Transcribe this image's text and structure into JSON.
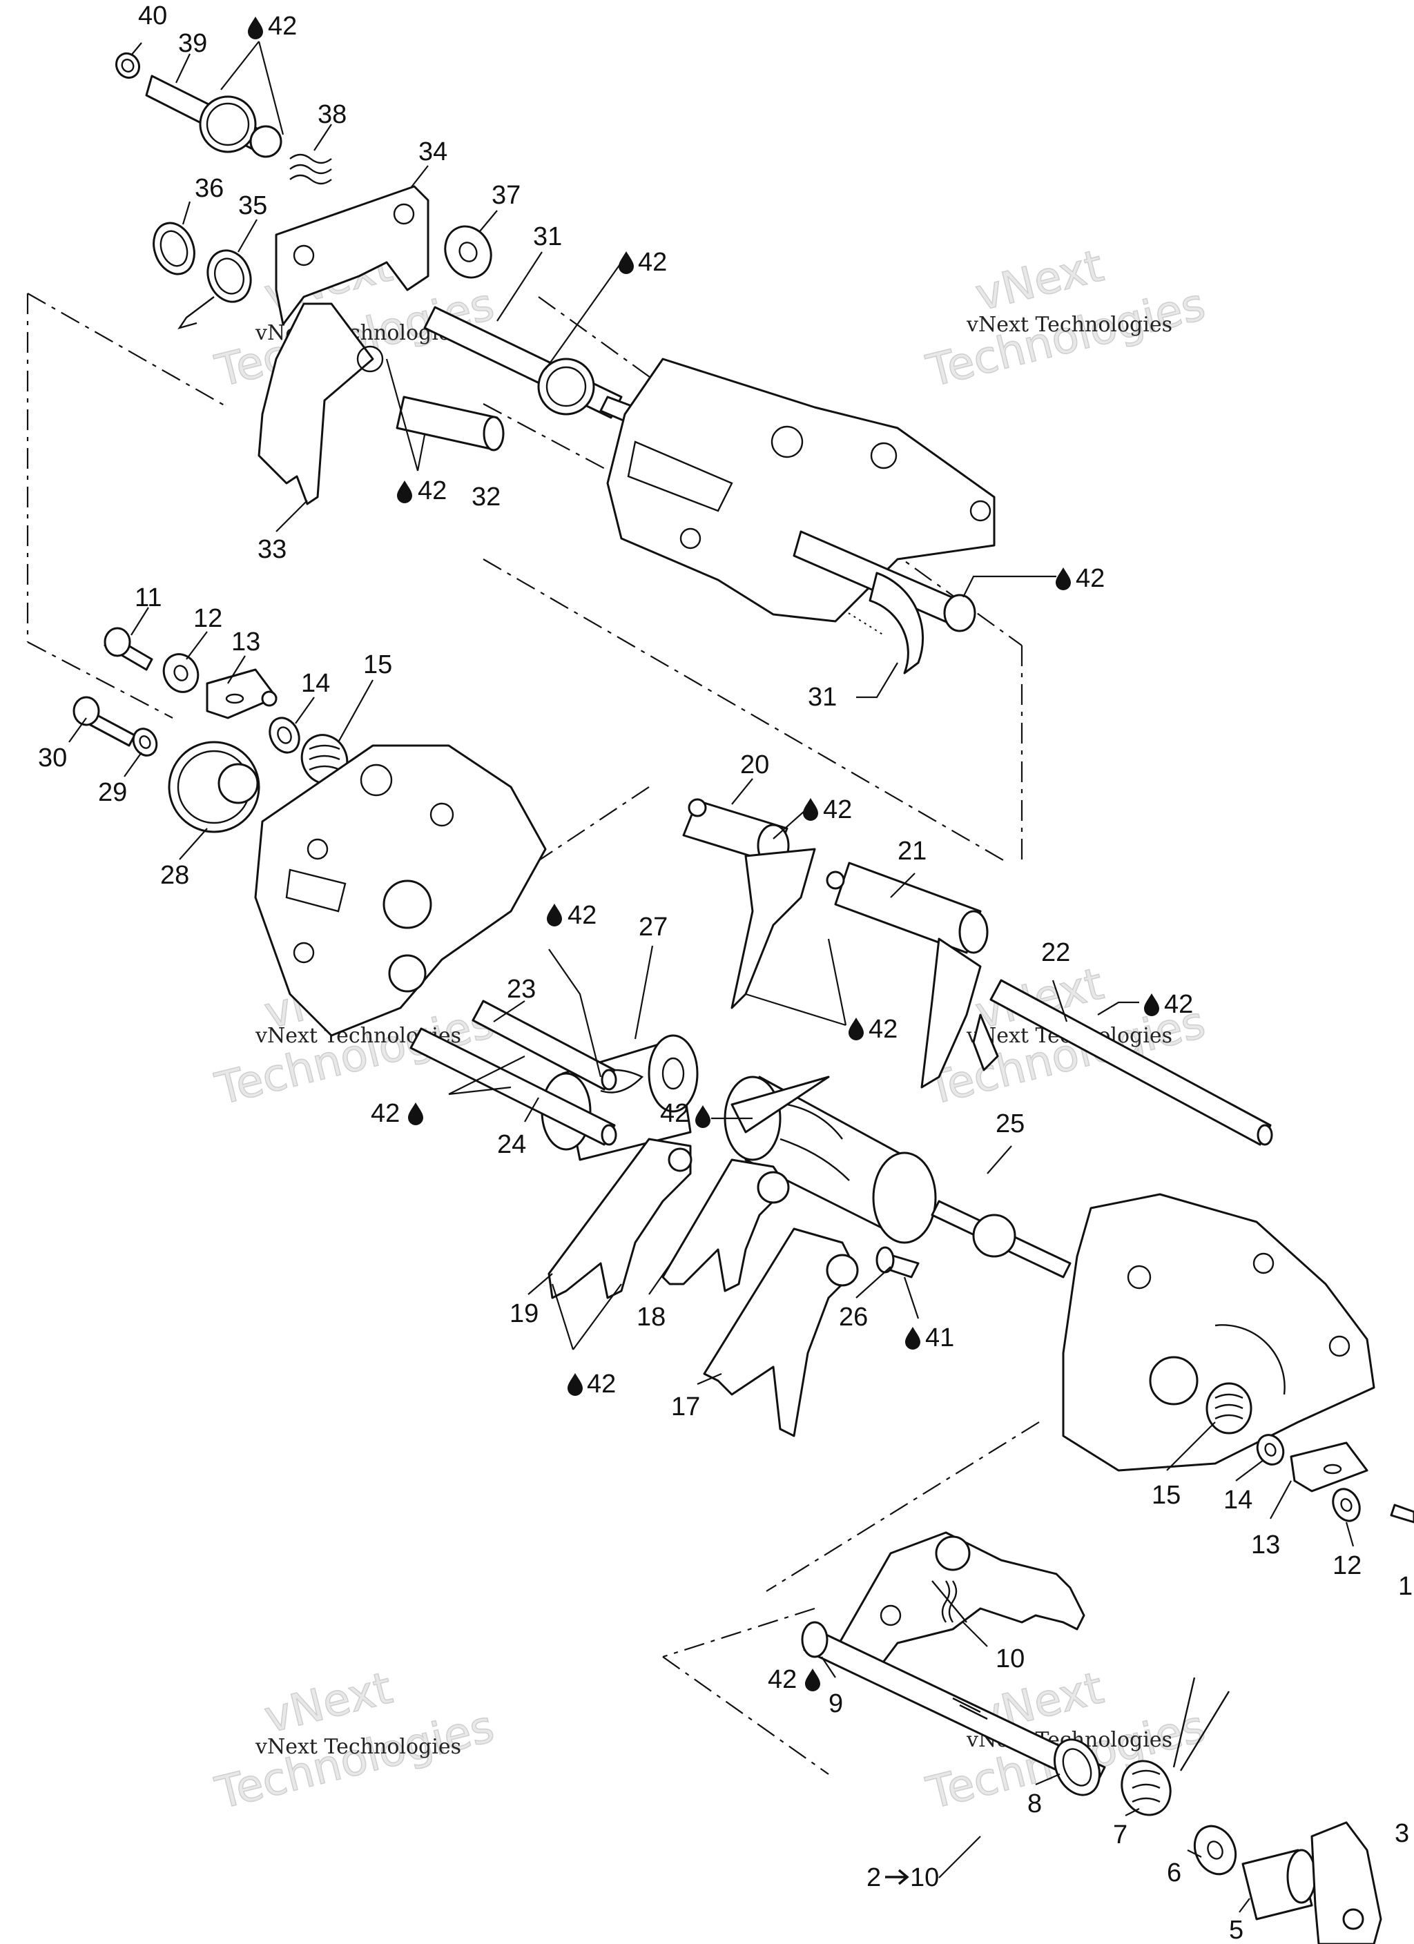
{
  "watermark": {
    "company": "vNext Technologies",
    "word1": "vNext",
    "word2": "Technologies"
  },
  "symbols": {
    "lubricant_icon": "droplet-icon",
    "arrow_icon": "right-arrow-icon"
  },
  "callouts": {
    "c40": "40",
    "c39": "39",
    "c42a": "42",
    "c38": "38",
    "c34": "34",
    "c36": "36",
    "c35": "35",
    "c37": "37",
    "c31a": "31",
    "c42b": "42",
    "c42c": "42",
    "c32": "32",
    "c33": "33",
    "c42d": "42",
    "c31b": "31",
    "c11a": "11",
    "c12a": "12",
    "c13a": "13",
    "c14a": "14",
    "c15a": "15",
    "c30": "30",
    "c29": "29",
    "c28": "28",
    "c20": "20",
    "c42e": "42",
    "c21": "21",
    "c42f": "42",
    "c27": "27",
    "c23": "23",
    "c22": "22",
    "c42g": "42",
    "c42h": "42",
    "c24": "24",
    "c42i": "42",
    "c25": "25",
    "c19": "19",
    "c18": "18",
    "c26": "26",
    "c41": "41",
    "c17": "17",
    "c42j": "42",
    "c15b": "15",
    "c14b": "14",
    "c13b": "13",
    "c12b": "12",
    "c11b": "1",
    "c10": "10",
    "c42k": "42",
    "c9": "9",
    "c8": "8",
    "c7": "7",
    "c6": "6",
    "c5": "5",
    "c3": "3",
    "range_from": "2",
    "range_to": "10"
  }
}
